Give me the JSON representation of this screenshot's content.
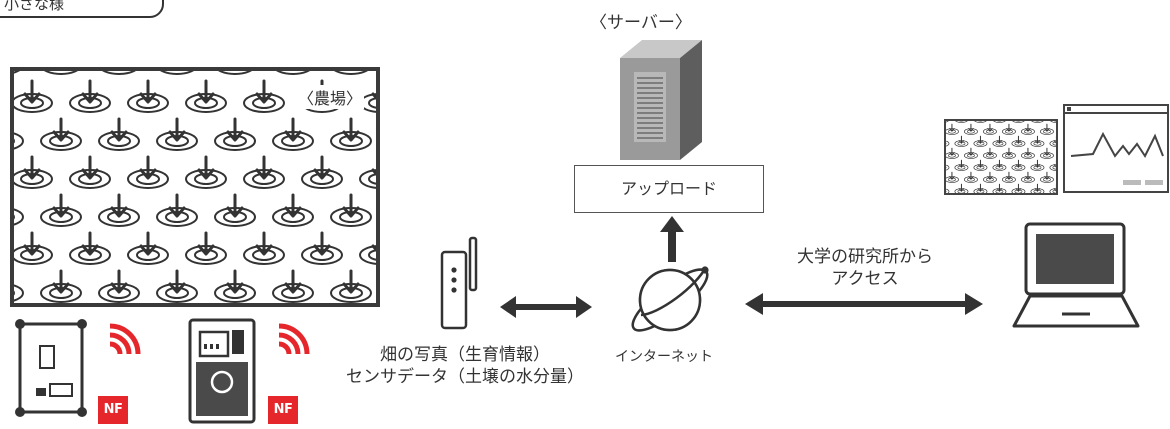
{
  "corner_tab": {
    "text": "小さな様"
  },
  "server": {
    "label": "〈サーバー〉",
    "upload_label": "アップロード"
  },
  "farm": {
    "label": "〈農場〉"
  },
  "internet": {
    "label": "インターネット"
  },
  "university": {
    "line1": "大学の研究所から",
    "line2": "アクセス"
  },
  "data_caption": {
    "line1": "畑の写真（生育情報）",
    "line2": "センサデータ（土壌の水分量）"
  },
  "devices": {
    "badge1": "NF",
    "badge2": "NF"
  },
  "colors": {
    "dark": "#333333",
    "accent_red": "#e5262b",
    "server_gray": "#8a8a8a"
  }
}
